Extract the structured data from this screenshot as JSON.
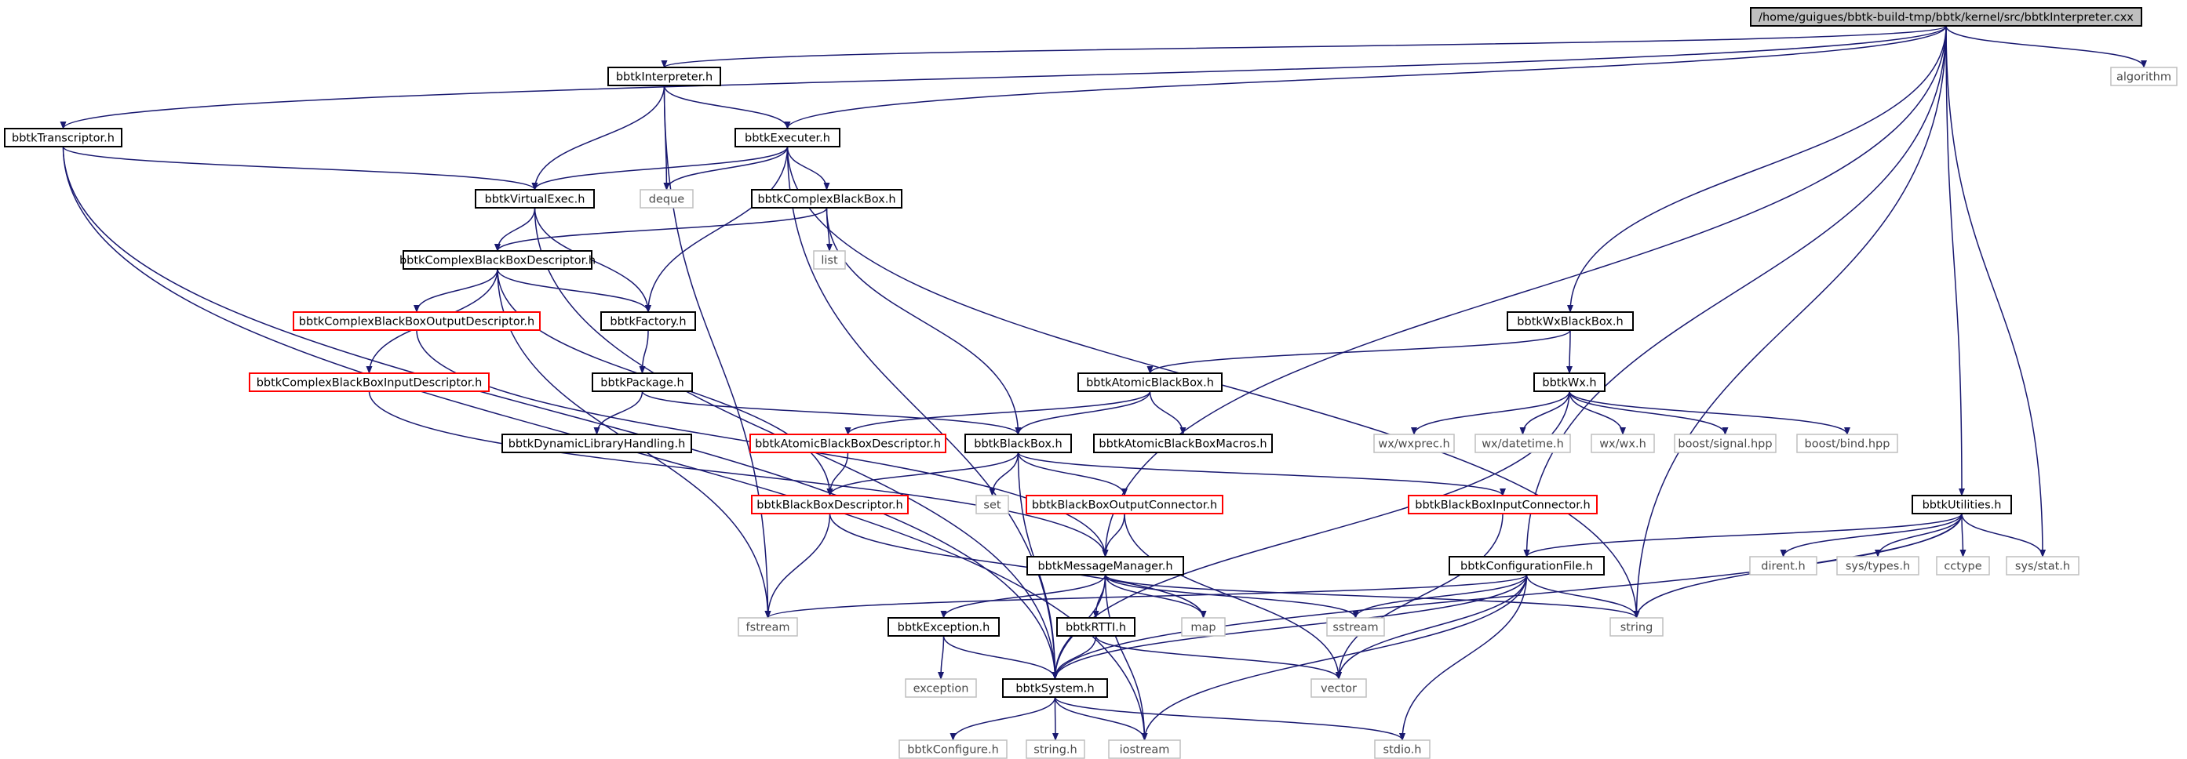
{
  "diagram": {
    "nodes": [
      {
        "id": "root",
        "label": "/home/guigues/bbtk-build-tmp/bbtk/kernel/src/bbtkInterpreter.cxx",
        "kind": "root"
      },
      {
        "id": "interp",
        "label": "bbtkInterpreter.h",
        "kind": "documented"
      },
      {
        "id": "transcriptor",
        "label": "bbtkTranscriptor.h",
        "kind": "documented"
      },
      {
        "id": "executer",
        "label": "bbtkExecuter.h",
        "kind": "documented"
      },
      {
        "id": "virtualexec",
        "label": "bbtkVirtualExec.h",
        "kind": "documented"
      },
      {
        "id": "deque",
        "label": "deque",
        "kind": "external"
      },
      {
        "id": "complexbb",
        "label": "bbtkComplexBlackBox.h",
        "kind": "documented"
      },
      {
        "id": "list",
        "label": "list",
        "kind": "external"
      },
      {
        "id": "cbbdesc",
        "label": "bbtkComplexBlackBoxDescriptor.h",
        "kind": "documented"
      },
      {
        "id": "cbbout",
        "label": "bbtkComplexBlackBoxOutputDescriptor.h",
        "kind": "red"
      },
      {
        "id": "cbbin",
        "label": "bbtkComplexBlackBoxInputDescriptor.h",
        "kind": "red"
      },
      {
        "id": "factory",
        "label": "bbtkFactory.h",
        "kind": "documented"
      },
      {
        "id": "package",
        "label": "bbtkPackage.h",
        "kind": "documented"
      },
      {
        "id": "dynlib",
        "label": "bbtkDynamicLibraryHandling.h",
        "kind": "documented"
      },
      {
        "id": "algorithm",
        "label": "algorithm",
        "kind": "external"
      },
      {
        "id": "wxbb",
        "label": "bbtkWxBlackBox.h",
        "kind": "documented"
      },
      {
        "id": "atomicbb",
        "label": "bbtkAtomicBlackBox.h",
        "kind": "documented"
      },
      {
        "id": "wx",
        "label": "bbtkWx.h",
        "kind": "documented"
      },
      {
        "id": "abbdesc",
        "label": "bbtkAtomicBlackBoxDescriptor.h",
        "kind": "red"
      },
      {
        "id": "blackbox",
        "label": "bbtkBlackBox.h",
        "kind": "documented"
      },
      {
        "id": "abbmacros",
        "label": "bbtkAtomicBlackBoxMacros.h",
        "kind": "documented"
      },
      {
        "id": "wxprec",
        "label": "wx/wxprec.h",
        "kind": "external"
      },
      {
        "id": "datetime",
        "label": "wx/datetime.h",
        "kind": "external"
      },
      {
        "id": "wxwx",
        "label": "wx/wx.h",
        "kind": "external"
      },
      {
        "id": "signal",
        "label": "boost/signal.hpp",
        "kind": "external"
      },
      {
        "id": "bind",
        "label": "boost/bind.hpp",
        "kind": "external"
      },
      {
        "id": "bbdesc",
        "label": "bbtkBlackBoxDescriptor.h",
        "kind": "red"
      },
      {
        "id": "set",
        "label": "set",
        "kind": "external"
      },
      {
        "id": "bbout",
        "label": "bbtkBlackBoxOutputConnector.h",
        "kind": "red"
      },
      {
        "id": "bbin",
        "label": "bbtkBlackBoxInputConnector.h",
        "kind": "red"
      },
      {
        "id": "utilities",
        "label": "bbtkUtilities.h",
        "kind": "documented"
      },
      {
        "id": "msgmgr",
        "label": "bbtkMessageManager.h",
        "kind": "documented"
      },
      {
        "id": "config",
        "label": "bbtkConfigurationFile.h",
        "kind": "documented"
      },
      {
        "id": "dirent",
        "label": "dirent.h",
        "kind": "external"
      },
      {
        "id": "systypes",
        "label": "sys/types.h",
        "kind": "external"
      },
      {
        "id": "cctype",
        "label": "cctype",
        "kind": "external"
      },
      {
        "id": "sysstat",
        "label": "sys/stat.h",
        "kind": "external"
      },
      {
        "id": "fstream",
        "label": "fstream",
        "kind": "external"
      },
      {
        "id": "exception_h",
        "label": "bbtkException.h",
        "kind": "documented"
      },
      {
        "id": "rtti",
        "label": "bbtkRTTI.h",
        "kind": "documented"
      },
      {
        "id": "map",
        "label": "map",
        "kind": "external"
      },
      {
        "id": "sstream",
        "label": "sstream",
        "kind": "external"
      },
      {
        "id": "string",
        "label": "string",
        "kind": "external"
      },
      {
        "id": "exception",
        "label": "exception",
        "kind": "external"
      },
      {
        "id": "system",
        "label": "bbtkSystem.h",
        "kind": "documented"
      },
      {
        "id": "vector",
        "label": "vector",
        "kind": "external"
      },
      {
        "id": "bbconfigure",
        "label": "bbtkConfigure.h",
        "kind": "external"
      },
      {
        "id": "stringh",
        "label": "string.h",
        "kind": "external"
      },
      {
        "id": "iostream",
        "label": "iostream",
        "kind": "external"
      },
      {
        "id": "stdio",
        "label": "stdio.h",
        "kind": "external"
      }
    ],
    "colors": {
      "edge": "#191970",
      "documented_border": "#000000",
      "external_border": "#bfbfbf",
      "red_border": "#ff0000",
      "root_fill": "#bfbfbf"
    }
  }
}
